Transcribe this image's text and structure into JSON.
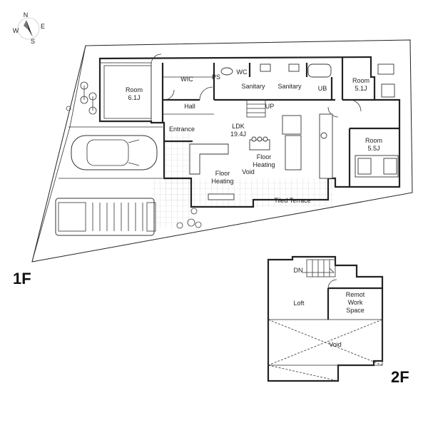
{
  "compass": {
    "n": "N",
    "e": "E",
    "s": "S",
    "w": "W"
  },
  "floor1": {
    "title": "1F",
    "rooms": {
      "room_a_name": "Room",
      "room_a_size": "6.1J",
      "wic": "WIC",
      "ps": "PS",
      "wc": "WC",
      "sanitary_a": "Sanitary",
      "sanitary_b": "Sanitary",
      "ub": "UB",
      "room_b_name": "Room",
      "room_b_size": "5.1J",
      "hall": "Hall",
      "up": "UP",
      "ldk_name": "LDK",
      "ldk_size": "19.4J",
      "entrance": "Entrance",
      "room_c_name": "Room",
      "room_c_size": "5.5J",
      "floor_heating_a1": "Floor",
      "floor_heating_a2": "Heating",
      "floor_heating_b1": "Floor",
      "floor_heating_b2": "Heating",
      "void": "Void",
      "tiled_terrace": "Tiled Terrace"
    }
  },
  "floor2": {
    "title": "2F",
    "rooms": {
      "dn": "DN",
      "loft": "Loft",
      "remote_1": "Remot",
      "remote_2": "Work",
      "remote_3": "Space",
      "void": "Void"
    }
  }
}
